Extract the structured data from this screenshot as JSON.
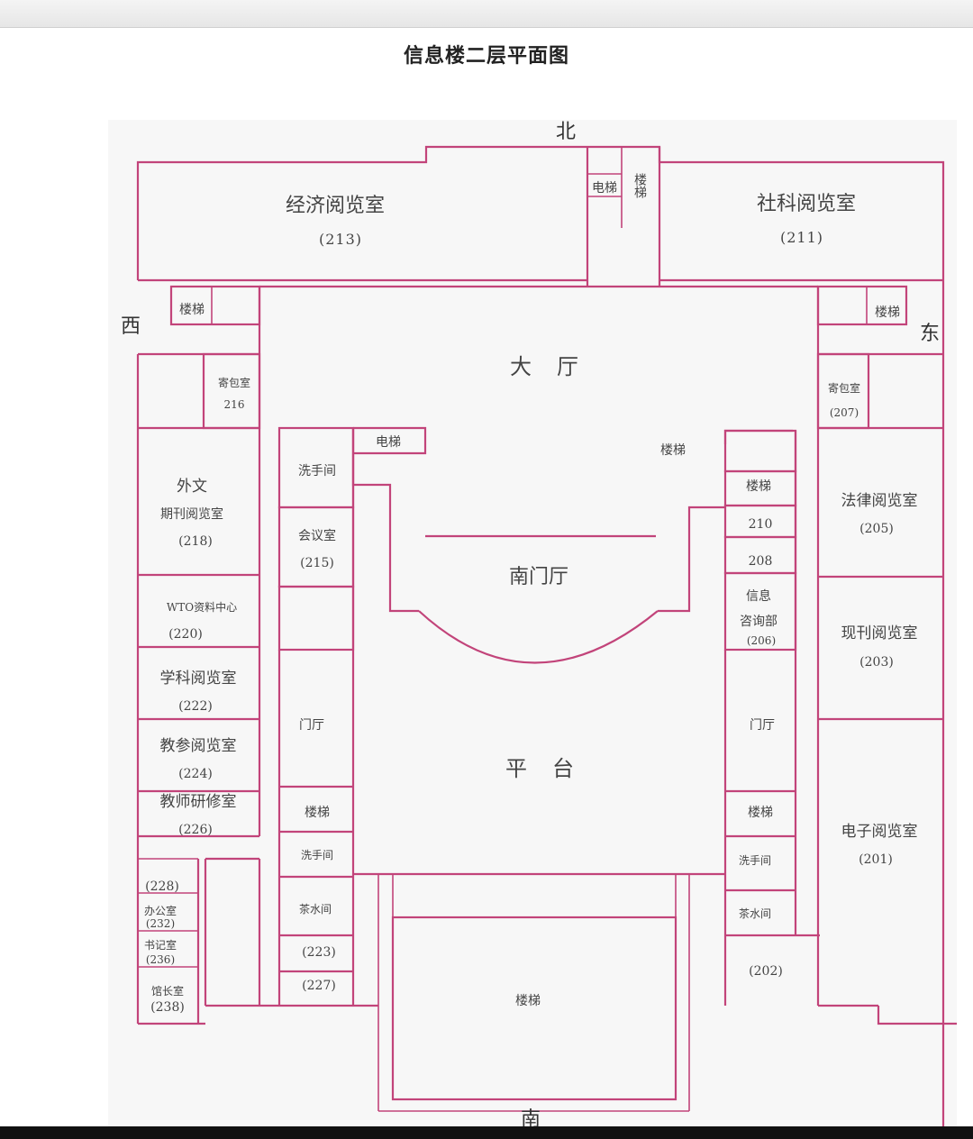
{
  "title": "信息楼二层平面图",
  "compass": {
    "north": "北",
    "south": "南",
    "east": "东",
    "west": "西"
  },
  "colors": {
    "wall": "#c2447a",
    "plan_bg": "#f7f7f7"
  },
  "rooms": {
    "r213": {
      "name": "经济阅览室",
      "num": "(213)"
    },
    "r211": {
      "name": "社科阅览室",
      "num": "(211)"
    },
    "elevator_n": "电梯",
    "stairs_n": "楼梯",
    "stairs_w": "楼梯",
    "stairs_e": "楼梯",
    "hall": "大　厅",
    "r216": {
      "name": "寄包室",
      "num": "216"
    },
    "r207": {
      "name": "寄包室",
      "num": "(207)"
    },
    "elevator_c": "电梯",
    "stairs_c": "楼梯",
    "washroom_1": "洗手间",
    "r215": {
      "name": "会议室",
      "num": "(215)"
    },
    "r218": {
      "line1": "外文",
      "line2": "期刊阅览室",
      "num": "(218)"
    },
    "r220": {
      "name": "WTO资料中心",
      "num": "(220)"
    },
    "r222": {
      "name": "学科阅览室",
      "num": "(222)"
    },
    "r224": {
      "name": "教参阅览室",
      "num": "(224)"
    },
    "r226": {
      "name": "教师研修室",
      "num": "(226)"
    },
    "south_hall": "南门厅",
    "stairs_r1": "楼梯",
    "r210": "210",
    "r208": "208",
    "r206": {
      "line1": "信息",
      "line2": "咨询部",
      "num": "(206)"
    },
    "r205": {
      "name": "法律阅览室",
      "num": "(205)"
    },
    "r203": {
      "name": "现刊阅览室",
      "num": "(203)"
    },
    "vestibule_w": "门厅",
    "vestibule_e": "门厅",
    "platform": "平　台",
    "stairs_l2": "楼梯",
    "washroom_l2": "洗手间",
    "tea_l": "茶水间",
    "r223": "(223)",
    "r227": "(227)",
    "stairs_r2": "楼梯",
    "washroom_r2": "洗手间",
    "tea_r": "茶水间",
    "r202": "(202)",
    "r201": {
      "name": "电子阅览室",
      "num": "(201)"
    },
    "r228": "(228)",
    "r232": {
      "name": "办公室",
      "num": "(232)"
    },
    "r236": {
      "name": "书记室",
      "num": "(236)"
    },
    "r238": {
      "name": "馆长室",
      "num": "(238)"
    },
    "stairs_s": "楼梯"
  }
}
